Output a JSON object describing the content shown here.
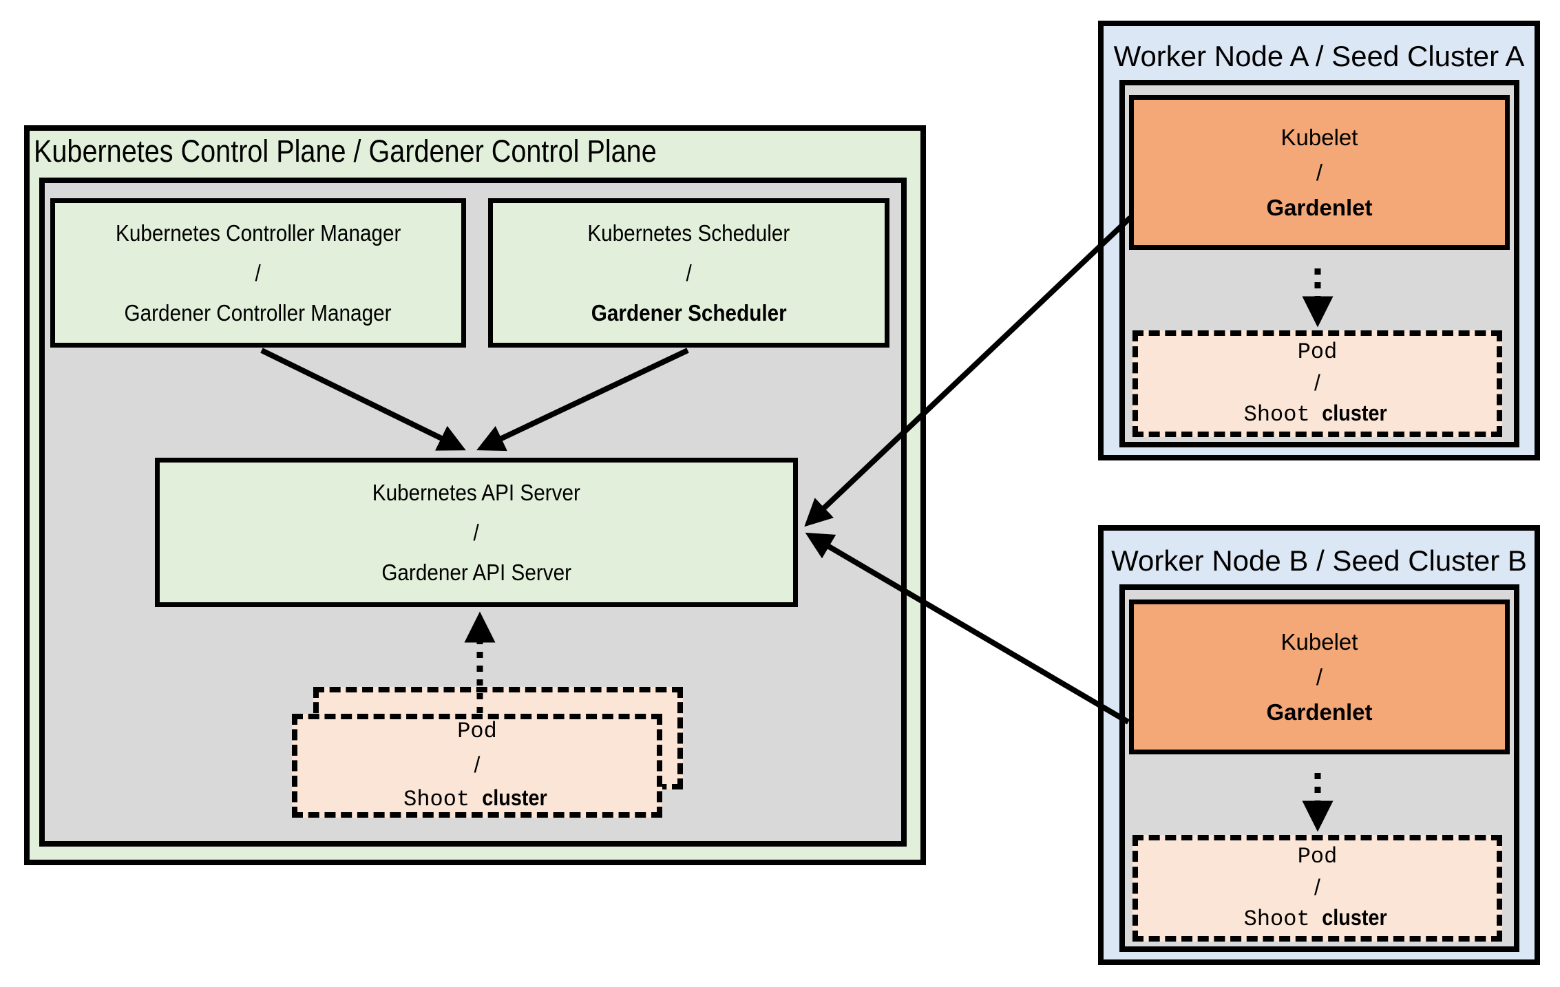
{
  "colors": {
    "green": "#e2efda",
    "gray": "#d9d9d9",
    "blue": "#dce7f5",
    "orange": "#f4a877",
    "peach": "#fbe5d6",
    "line": "#000000"
  },
  "control_plane": {
    "title": "Kubernetes Control Plane / Gardener Control Plane",
    "controller": {
      "top": "Kubernetes Controller Manager",
      "sep": "/",
      "bottom": "Gardener Controller Manager"
    },
    "scheduler": {
      "top": "Kubernetes Scheduler",
      "sep": "/",
      "bottom": "Gardener Scheduler"
    },
    "api_server": {
      "top": "Kubernetes API Server",
      "sep": "/",
      "bottom": "Gardener API Server"
    },
    "pod": {
      "top": "Pod",
      "sep": "/",
      "bottom_mono": "Shoot",
      "bottom_sans": "cluster"
    }
  },
  "worker_a": {
    "title": "Worker Node A / Seed Cluster A",
    "kubelet": {
      "top": "Kubelet",
      "sep": "/",
      "bottom": "Gardenlet"
    },
    "pod": {
      "top": "Pod",
      "sep": "/",
      "bottom_mono": "Shoot",
      "bottom_sans": "cluster"
    }
  },
  "worker_b": {
    "title": "Worker Node B / Seed Cluster B",
    "kubelet": {
      "top": "Kubelet",
      "sep": "/",
      "bottom": "Gardenlet"
    },
    "pod": {
      "top": "Pod",
      "sep": "/",
      "bottom_mono": "Shoot",
      "bottom_sans": "cluster"
    }
  }
}
